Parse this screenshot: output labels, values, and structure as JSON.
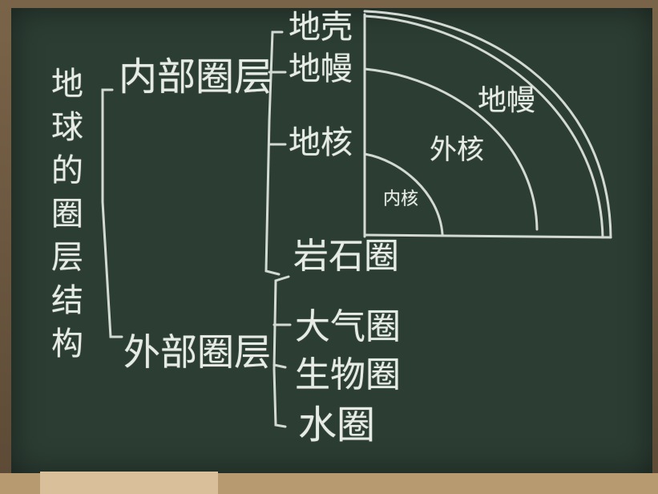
{
  "title_vertical": "地球的圈层结构",
  "branches": {
    "internal": "内部圈层",
    "external": "外部圈层"
  },
  "internal_layers": [
    "地壳",
    "地幔",
    "地核"
  ],
  "external_layers": [
    "岩石圈",
    "大气圈",
    "生物圈",
    "水圈"
  ],
  "figure_labels": {
    "mantle": "地幔",
    "outer_core": "外核",
    "inner_core": "内核"
  },
  "colors": {
    "board": "#2c3e34",
    "chalk": "#e6ebe6",
    "frame": "#7a6449"
  }
}
